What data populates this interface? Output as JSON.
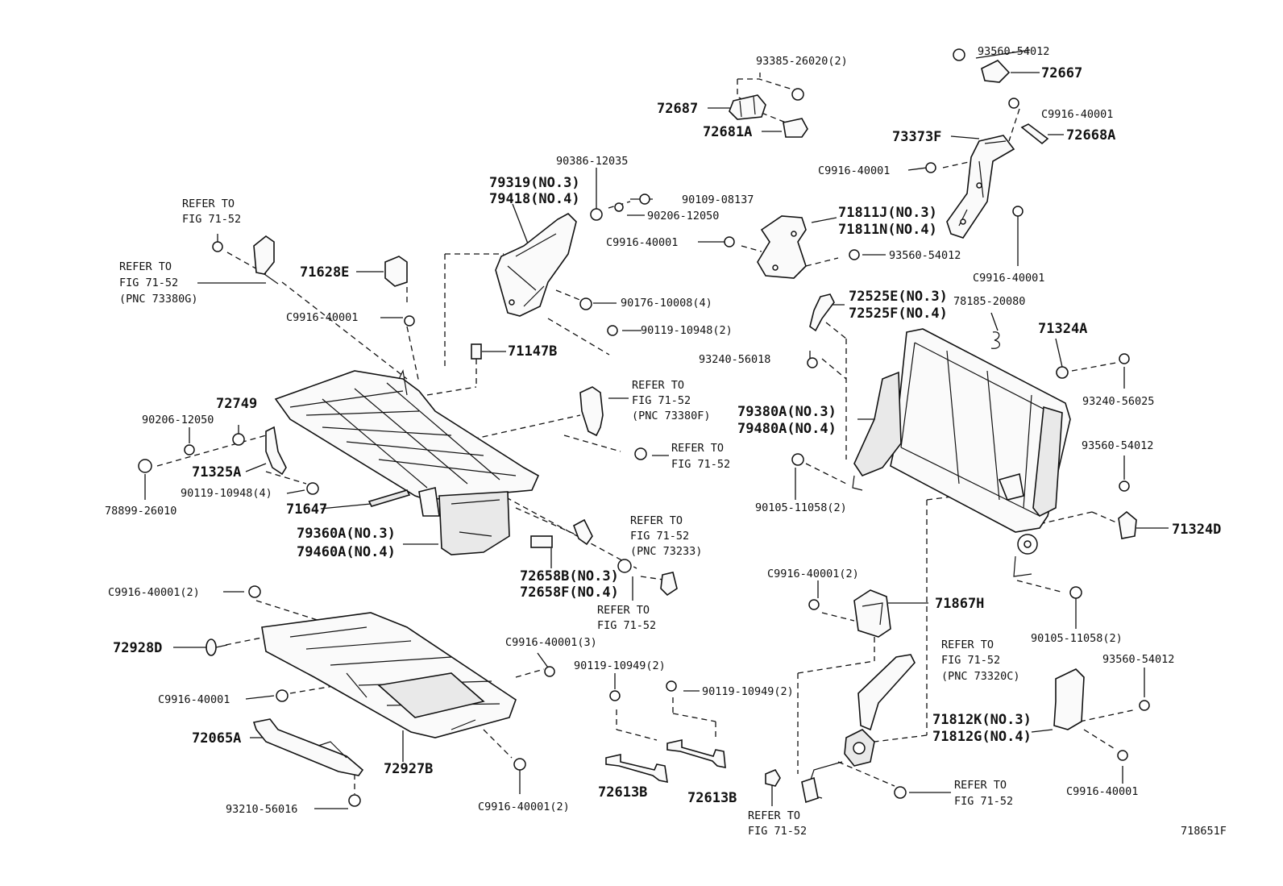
{
  "figure_id": "718651F",
  "labels": [
    {
      "id": "l-93385",
      "text": "93385-26020(2)"
    },
    {
      "id": "l-72687",
      "text": "72687"
    },
    {
      "id": "l-72681A",
      "text": "72681A"
    },
    {
      "id": "l-93560-top",
      "text": "93560-54012"
    },
    {
      "id": "l-72667",
      "text": "72667"
    },
    {
      "id": "l-c9916-tr1",
      "text": "C9916-40001"
    },
    {
      "id": "l-73373F",
      "text": "73373F"
    },
    {
      "id": "l-72668A",
      "text": "72668A"
    },
    {
      "id": "l-c9916-tr2",
      "text": "C9916-40001"
    },
    {
      "id": "l-90386",
      "text": "90386-12035"
    },
    {
      "id": "l-79319",
      "text": "79319(NO.3)"
    },
    {
      "id": "l-79418",
      "text": "79418(NO.4)"
    },
    {
      "id": "l-90109",
      "text": "90109-08137"
    },
    {
      "id": "l-90206-top",
      "text": "90206-12050"
    },
    {
      "id": "l-71811J",
      "text": "71811J(NO.3)"
    },
    {
      "id": "l-71811N",
      "text": "71811N(NO.4)"
    },
    {
      "id": "l-c9916-mid",
      "text": "C9916-40001"
    },
    {
      "id": "l-93560-mid",
      "text": "93560-54012"
    },
    {
      "id": "l-c9916-r",
      "text": "C9916-40001"
    },
    {
      "id": "l-refer1a",
      "text": "REFER TO"
    },
    {
      "id": "l-refer1b",
      "text": "FIG 71-52"
    },
    {
      "id": "l-refer2a",
      "text": "REFER TO"
    },
    {
      "id": "l-refer2b",
      "text": "FIG 71-52"
    },
    {
      "id": "l-refer2c",
      "text": "(PNC 73380G)"
    },
    {
      "id": "l-71628E",
      "text": "71628E"
    },
    {
      "id": "l-c9916-l1",
      "text": "C9916-40001"
    },
    {
      "id": "l-90176",
      "text": "90176-10008(4)"
    },
    {
      "id": "l-90119-a",
      "text": "90119-10948(2)"
    },
    {
      "id": "l-72525E",
      "text": "72525E(NO.3)"
    },
    {
      "id": "l-72525F",
      "text": "72525F(NO.4)"
    },
    {
      "id": "l-78185",
      "text": "78185-20080"
    },
    {
      "id": "l-71324A",
      "text": "71324A"
    },
    {
      "id": "l-71147B",
      "text": "71147B"
    },
    {
      "id": "l-93240-56018",
      "text": "93240-56018"
    },
    {
      "id": "l-93240-56025",
      "text": "93240-56025"
    },
    {
      "id": "l-refer3a",
      "text": "REFER TO"
    },
    {
      "id": "l-refer3b",
      "text": "FIG 71-52"
    },
    {
      "id": "l-refer3c",
      "text": "(PNC 73380F)"
    },
    {
      "id": "l-72749",
      "text": "72749"
    },
    {
      "id": "l-90206-l",
      "text": "90206-12050"
    },
    {
      "id": "l-79380A",
      "text": "79380A(NO.3)"
    },
    {
      "id": "l-79480A",
      "text": "79480A(NO.4)"
    },
    {
      "id": "l-refer4a",
      "text": "REFER TO"
    },
    {
      "id": "l-refer4b",
      "text": "FIG 71-52"
    },
    {
      "id": "l-71325A",
      "text": "71325A"
    },
    {
      "id": "l-93560-r",
      "text": "93560-54012"
    },
    {
      "id": "l-90119-b",
      "text": "90119-10948(4)"
    },
    {
      "id": "l-90105-a",
      "text": "90105-11058(2)"
    },
    {
      "id": "l-78899",
      "text": "78899-26010"
    },
    {
      "id": "l-71647",
      "text": "71647"
    },
    {
      "id": "l-refer5a",
      "text": "REFER TO"
    },
    {
      "id": "l-refer5b",
      "text": "FIG 71-52"
    },
    {
      "id": "l-refer5c",
      "text": "(PNC 73233)"
    },
    {
      "id": "l-71324D",
      "text": "71324D"
    },
    {
      "id": "l-79360A",
      "text": "79360A(NO.3)"
    },
    {
      "id": "l-79460A",
      "text": "79460A(NO.4)"
    },
    {
      "id": "l-72658B",
      "text": "72658B(NO.3)"
    },
    {
      "id": "l-72658F",
      "text": "72658F(NO.4)"
    },
    {
      "id": "l-c9916-2a",
      "text": "C9916-40001(2)"
    },
    {
      "id": "l-c9916-2b",
      "text": "C9916-40001(2)"
    },
    {
      "id": "l-71867H",
      "text": "71867H"
    },
    {
      "id": "l-refer6a",
      "text": "REFER TO"
    },
    {
      "id": "l-refer6b",
      "text": "FIG 71-52"
    },
    {
      "id": "l-90105-b",
      "text": "90105-11058(2)"
    },
    {
      "id": "l-72928D",
      "text": "72928D"
    },
    {
      "id": "l-c9916-3",
      "text": "C9916-40001(3)"
    },
    {
      "id": "l-refer7a",
      "text": "REFER TO"
    },
    {
      "id": "l-refer7b",
      "text": "FIG 71-52"
    },
    {
      "id": "l-refer7c",
      "text": "(PNC 73320C)"
    },
    {
      "id": "l-93560-br",
      "text": "93560-54012"
    },
    {
      "id": "l-90119-c",
      "text": "90119-10949(2)"
    },
    {
      "id": "l-90119-d",
      "text": "90119-10949(2)"
    },
    {
      "id": "l-c9916-l2",
      "text": "C9916-40001"
    },
    {
      "id": "l-71812K",
      "text": "71812K(NO.3)"
    },
    {
      "id": "l-71812G",
      "text": "71812G(NO.4)"
    },
    {
      "id": "l-72065A",
      "text": "72065A"
    },
    {
      "id": "l-72927B",
      "text": "72927B"
    },
    {
      "id": "l-72613B-a",
      "text": "72613B"
    },
    {
      "id": "l-72613B-b",
      "text": "72613B"
    },
    {
      "id": "l-refer8a",
      "text": "REFER TO"
    },
    {
      "id": "l-refer8b",
      "text": "FIG 71-52"
    },
    {
      "id": "l-c9916-br",
      "text": "C9916-40001"
    },
    {
      "id": "l-93210",
      "text": "93210-56016"
    },
    {
      "id": "l-c9916-2c",
      "text": "C9916-40001(2)"
    },
    {
      "id": "l-refer9a",
      "text": "REFER TO"
    },
    {
      "id": "l-refer9b",
      "text": "FIG 71-52"
    }
  ]
}
